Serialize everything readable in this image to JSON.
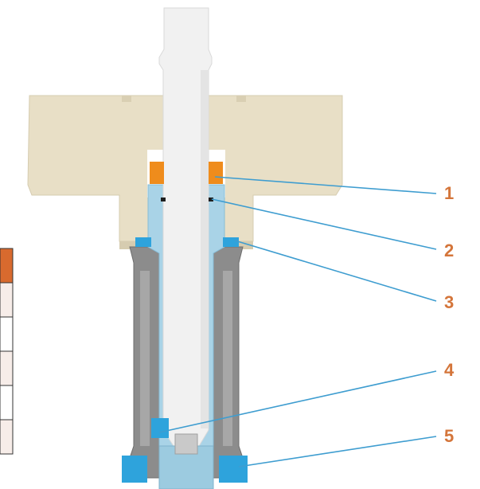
{
  "colors": {
    "housing": "#e8dfc6",
    "shaft": "#f1f1f1",
    "sleeve": "#a9d3e7",
    "casing": "#8c8c8c",
    "seal_orange": "#ef8c1c",
    "part_blue": "#2ea3dc",
    "leader": "#3e9dd0",
    "callout": "#d4753a",
    "table_header": "#d86a2e",
    "table_row": "#f7ede9",
    "table_border": "#333333"
  },
  "callouts": [
    {
      "label": "1"
    },
    {
      "label": "2"
    },
    {
      "label": "3"
    },
    {
      "label": "4"
    },
    {
      "label": "5"
    }
  ]
}
